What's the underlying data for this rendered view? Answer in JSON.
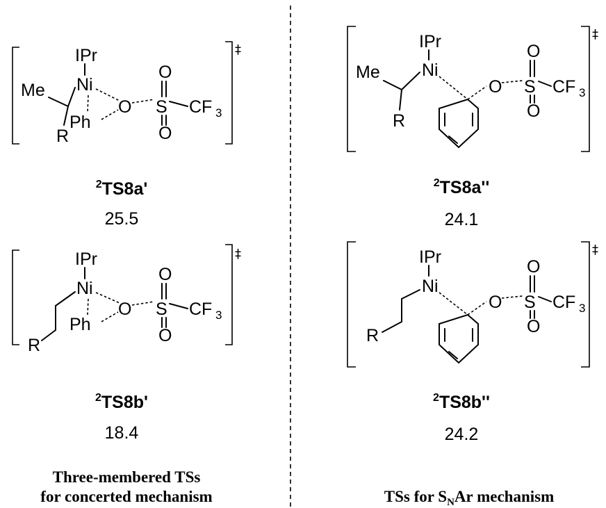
{
  "atoms": {
    "ipr": "IPr",
    "ni": "Ni",
    "me": "Me",
    "r": "R",
    "ph": "Ph",
    "o": "O",
    "s": "S",
    "cf": "CF",
    "three": "3",
    "dagger": "‡"
  },
  "structures": [
    {
      "sup": "2",
      "label": "TS8a'",
      "energy": "25.5"
    },
    {
      "sup": "2",
      "label": "TS8b'",
      "energy": "18.4"
    },
    {
      "sup": "2",
      "label": "TS8a''",
      "energy": "24.1"
    },
    {
      "sup": "2",
      "label": "TS8b''",
      "energy": "24.2"
    }
  ],
  "captions": {
    "left_line1": "Three-membered TSs",
    "left_line2": "for concerted mechanism",
    "right_pre": "TSs for S",
    "right_sub": "N",
    "right_post": "Ar mechanism"
  }
}
